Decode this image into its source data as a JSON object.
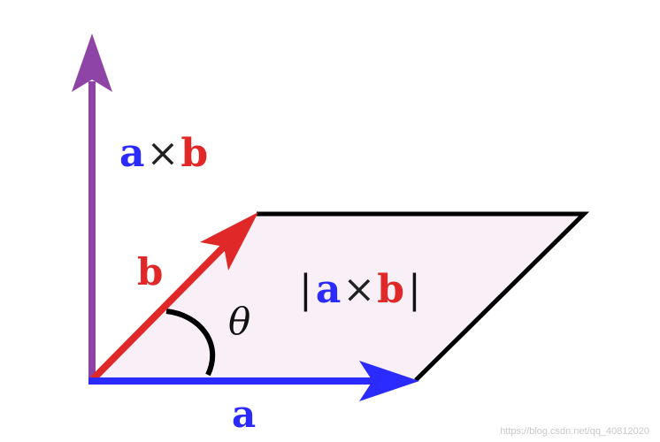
{
  "colors": {
    "vector_a": "#2b2bff",
    "vector_b": "#e02828",
    "cross_product": "#8e44a6",
    "parallelogram_fill": "#f8f0f6",
    "outline": "#000000",
    "watermark": "#c8c8c8"
  },
  "labels": {
    "cross_top_a": "a",
    "cross_top_times": "×",
    "cross_top_b": "b",
    "vector_b": "b",
    "vector_a": "a",
    "angle": "θ",
    "area_bar_left": "|",
    "area_a": "a",
    "area_times": "×",
    "area_b": "b",
    "area_bar_right": "|"
  },
  "watermark": "https://blog.csdn.net/qq_40812020"
}
